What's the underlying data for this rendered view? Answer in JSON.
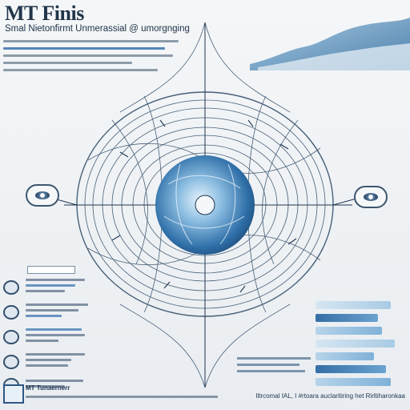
{
  "header": {
    "title": "MT Finis",
    "subtitle": "Smal Nietonfirmt Unmerassial @ umorgnging"
  },
  "footer": {
    "title": "MT Tunaernerr",
    "right_text": "Iltrcomal IAL, I #rtoara auclaritiring het Rirltiharonkaa"
  },
  "colors": {
    "accent": "#2e6aa8",
    "core_blue": "#4f92c9",
    "line": "#1f3550",
    "background": "#eef1f4"
  },
  "icons": {
    "left_node": "eye-icon",
    "right_node": "eye-icon",
    "core": "circular-core-icon"
  },
  "right_bars": [
    {
      "level": 0.9
    },
    {
      "level": 0.75
    },
    {
      "level": 0.8
    },
    {
      "level": 0.95
    },
    {
      "level": 0.7
    },
    {
      "level": 0.85
    },
    {
      "level": 0.9
    }
  ]
}
